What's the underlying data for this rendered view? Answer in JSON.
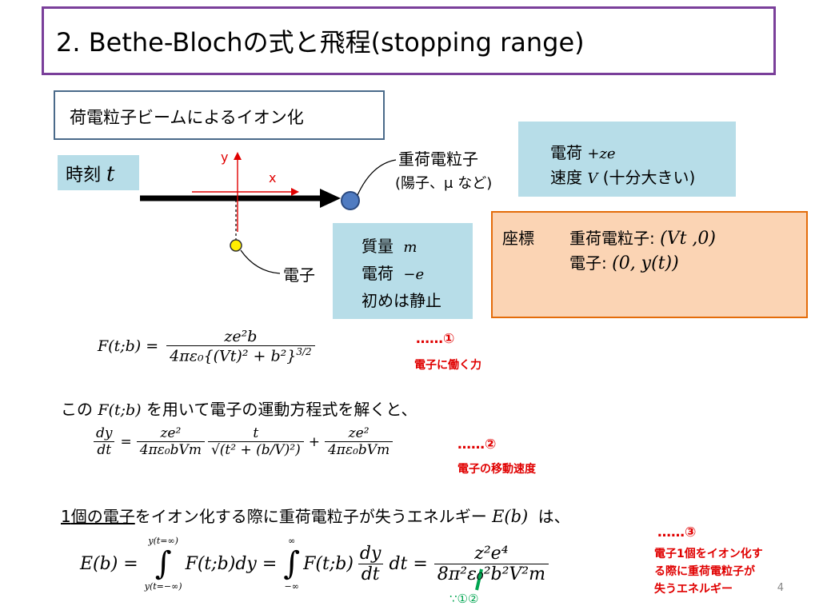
{
  "slide": {
    "title": "2. Bethe-Blochの式と飛程(stopping  range)",
    "subtitle": "荷電粒子ビームによるイオン化",
    "page_number": "4"
  },
  "diagram": {
    "time_label": "時刻",
    "time_var": "t",
    "axis_y": "y",
    "axis_x": "x",
    "heavy_particle_label": "重荷電粒子",
    "heavy_particle_examples": "(陽子、μ など)",
    "charge_label": "電荷",
    "charge_value": "+ze",
    "speed_label": "速度",
    "speed_var": "V",
    "speed_note": "(十分大きい)",
    "electron_label": "電子",
    "mass_label": "質量",
    "mass_var": "m",
    "e_charge_label": "電荷",
    "e_charge_value": "−e",
    "initial_label": "初めは静止",
    "coord_title": "座標",
    "coord_heavy_label": "重荷電粒子:",
    "coord_heavy_value": "(Vt ,0)",
    "coord_electron_label": "電子:",
    "coord_electron_value": "(0, y(t))",
    "colors": {
      "title_border": "#7a3f9a",
      "info_fill": "#b7dde8",
      "coord_fill": "#fbd4b4",
      "coord_border": "#e46c0a",
      "note_red": "#e00000",
      "check_green": "#00a550"
    }
  },
  "equations": {
    "eq1_lhs": "F(t;b) =",
    "eq1_num": "ze²b",
    "eq1_den": "4πε₀{(Vt)² + b²}",
    "eq1_exp": "3/2",
    "eq1_tag": "……①",
    "eq1_note": "電子に働く力",
    "intro_pre": "この",
    "intro_sym": "F(t;b)",
    "intro_post": "を用いて電子の運動方程式を解くと、",
    "eq2_lhs_num": "dy",
    "eq2_lhs_den": "dt",
    "eq2_eq": "=",
    "eq2_a_num": "ze²",
    "eq2_a_den": "4πε₀bVm",
    "eq2_b_num": "t",
    "eq2_b_den": "√(t² + (b/V)²)",
    "eq2_plus": "+",
    "eq2_c_num": "ze²",
    "eq2_c_den": "4πε₀bVm",
    "eq2_tag": "……②",
    "eq2_note": "電子の移動速度",
    "line3_num": "1",
    "line3_underlined": "個の電子",
    "line3_rest": "をイオン化する際に重荷電粒子が失うエネルギー",
    "line3_sym": "E(b)",
    "line3_end": "は、",
    "eq3_lhs": "E(b) =",
    "eq3_int1_upper": "y(t=∞)",
    "eq3_int1_lower": "y(t=−∞)",
    "eq3_int1_body": "F(t;b)dy =",
    "eq3_int2_upper": "∞",
    "eq3_int2_lower": "−∞",
    "eq3_int2_body": "F(t;b)",
    "eq3_dy": "dy",
    "eq3_dt": "dt",
    "eq3_dt2": "dt =",
    "eq3_num": "z²e⁴",
    "eq3_den": "8π²ε₀²b²V²m",
    "eq3_because": "∵①②",
    "eq3_tag": "……③",
    "eq3_note_1": "電子1個をイオン化す",
    "eq3_note_2": "る際に重荷電粒子が",
    "eq3_note_3": "失うエネルギー"
  }
}
